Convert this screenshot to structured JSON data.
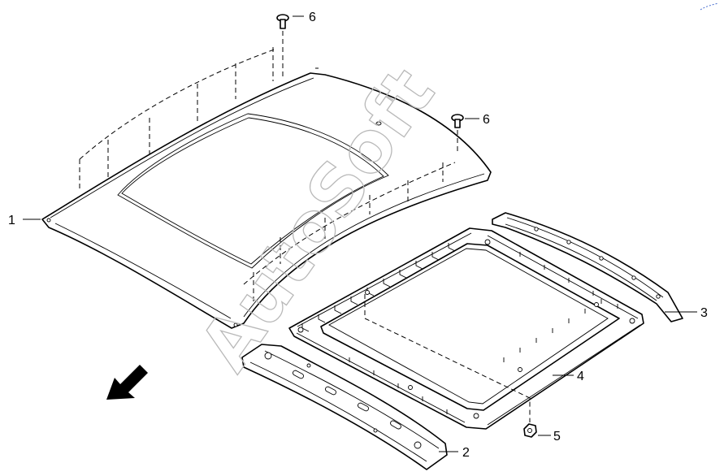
{
  "diagram": {
    "callouts": [
      {
        "id": "roof-panel",
        "number": "1"
      },
      {
        "id": "front-header-rail",
        "number": "2"
      },
      {
        "id": "rear-header-rail",
        "number": "3"
      },
      {
        "id": "sunroof-reinforcement",
        "number": "4"
      },
      {
        "id": "nut",
        "number": "5"
      },
      {
        "id": "bolt-top",
        "number": "6"
      },
      {
        "id": "bolt-right",
        "number": "6"
      }
    ],
    "watermark": "AutoSoft",
    "direction_indicator": "front-arrow-icon"
  }
}
